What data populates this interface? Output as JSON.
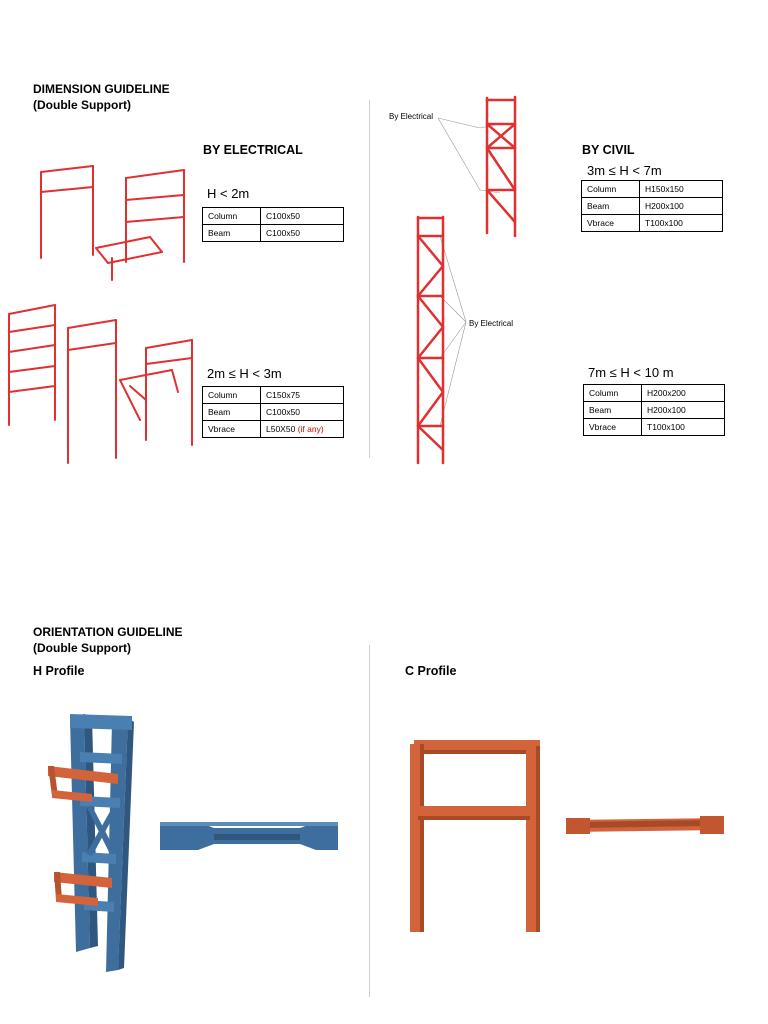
{
  "dimension": {
    "title": "DIMENSION GUIDELINE",
    "subtitle": "(Double Support)",
    "electrical": {
      "heading": "BY ELECTRICAL",
      "small": {
        "range": "H < 2m",
        "rows": [
          {
            "k": "Column",
            "v": "C100x50"
          },
          {
            "k": "Beam",
            "v": "C100x50"
          }
        ]
      },
      "medium": {
        "range": "2m ≤ H < 3m",
        "rows": [
          {
            "k": "Column",
            "v": "C150x75"
          },
          {
            "k": "Beam",
            "v": "C100x50"
          },
          {
            "k": "Vbrace",
            "v": "L50X50",
            "note": "(if any)"
          }
        ]
      }
    },
    "civil": {
      "heading": "BY CIVIL",
      "callout_top": "By Electrical",
      "callout_mid": "By Electrical",
      "low": {
        "range": "3m ≤ H < 7m",
        "rows": [
          {
            "k": "Column",
            "v": "H150x150"
          },
          {
            "k": "Beam",
            "v": "H200x100"
          },
          {
            "k": "Vbrace",
            "v": "T100x100"
          }
        ]
      },
      "high": {
        "range": "7m ≤ H < 10 m",
        "rows": [
          {
            "k": "Column",
            "v": "H200x200"
          },
          {
            "k": "Beam",
            "v": "H200x100"
          },
          {
            "k": "Vbrace",
            "v": "T100x100"
          }
        ]
      }
    }
  },
  "orientation": {
    "title": "ORIENTATION GUIDELINE",
    "subtitle": "(Double Support)",
    "h_profile": "H Profile",
    "c_profile": "C Profile"
  },
  "colors": {
    "frame_red": "#e03030",
    "h_blue": "#3d6e9e",
    "c_orange": "#d2633a"
  }
}
